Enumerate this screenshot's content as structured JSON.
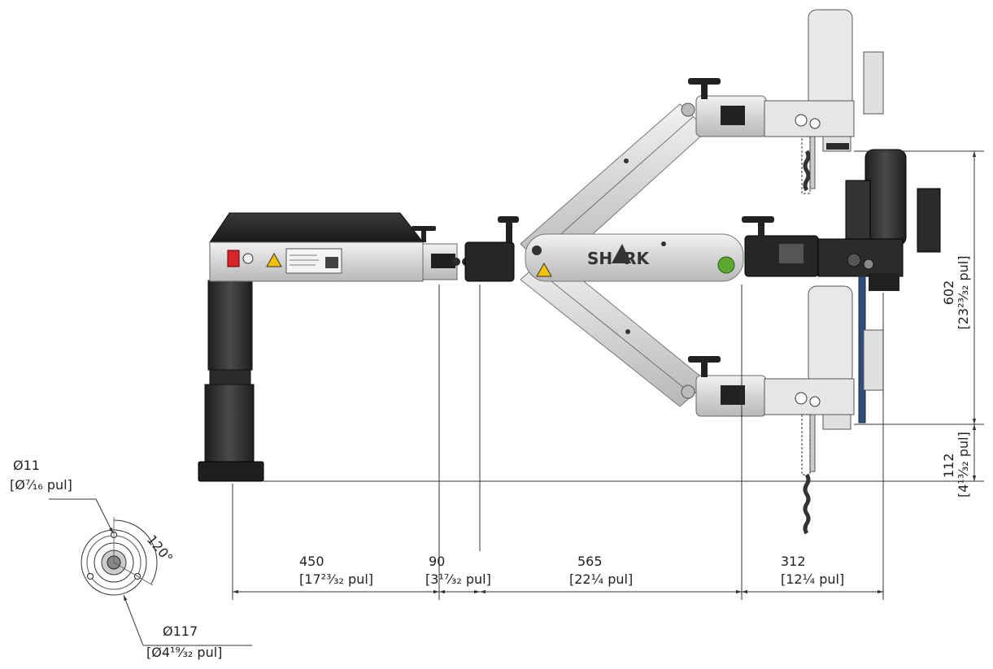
{
  "brand": {
    "logo_text": "SH  RK"
  },
  "dimensions": {
    "d1": {
      "main": "450",
      "sub": "[17²³⁄₃₂ pul]"
    },
    "d2": {
      "main": "90",
      "sub": "[3¹⁷⁄₃₂ pul]"
    },
    "d3": {
      "main": "565",
      "sub": "[22¼ pul]"
    },
    "d4": {
      "main": "312",
      "sub": "[12¼ pul]"
    },
    "height_main": {
      "main": "602",
      "sub": "[23²³⁄₃₂ pul]"
    },
    "height_base": {
      "main": "112",
      "sub": "[4¹³⁄₃₂ pul]"
    },
    "hole": {
      "main": "Ø11",
      "sub": "[Ø⁷⁄₁₆ pul]"
    },
    "flange": {
      "main": "Ø117",
      "sub": "[Ø4¹⁹⁄₃₂ pul]"
    },
    "angle": {
      "main": "120°"
    }
  },
  "colors": {
    "dark": "#2b2b2b",
    "silver": "#d9d9d9",
    "red_switch": "#d6262b",
    "warning": "#f2c100",
    "green_badge": "#5aa832",
    "coolant_blue": "#2f4f7a"
  }
}
